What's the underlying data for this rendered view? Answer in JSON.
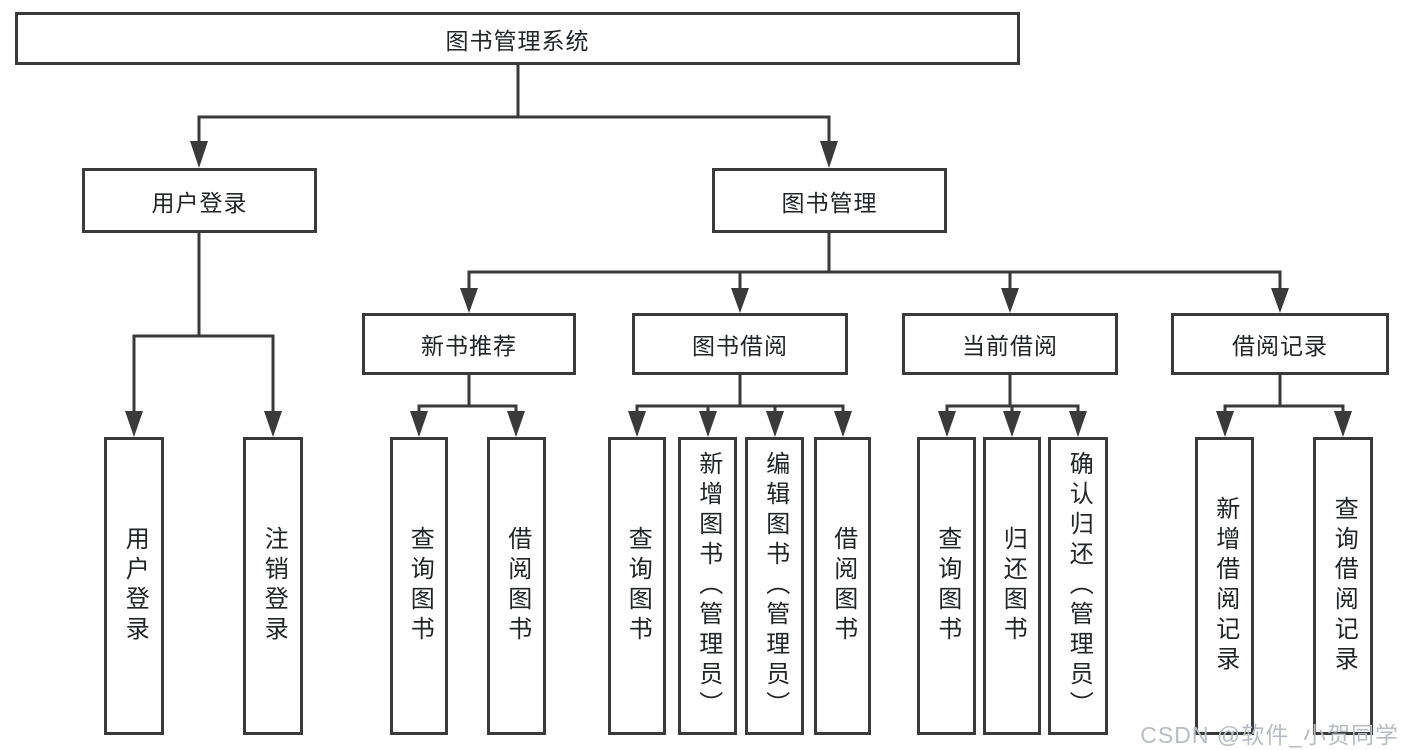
{
  "diagram": {
    "root": {
      "label": "图书管理系统"
    },
    "branches": [
      {
        "label": "用户登录",
        "children": [
          {
            "label": "用户登录"
          },
          {
            "label": "注销登录"
          }
        ]
      },
      {
        "label": "图书管理",
        "sections": [
          {
            "label": "新书推荐",
            "children": [
              {
                "label": "查询图书"
              },
              {
                "label": "借阅图书"
              }
            ]
          },
          {
            "label": "图书借阅",
            "children": [
              {
                "label": "查询图书"
              },
              {
                "label": "新增图书（管理员）"
              },
              {
                "label": "编辑图书（管理员）"
              },
              {
                "label": "借阅图书"
              }
            ]
          },
          {
            "label": "当前借阅",
            "children": [
              {
                "label": "查询图书"
              },
              {
                "label": "归还图书"
              },
              {
                "label": "确认归还（管理员）"
              }
            ]
          },
          {
            "label": "借阅记录",
            "children": [
              {
                "label": "新增借阅记录"
              },
              {
                "label": "查询借阅记录"
              }
            ]
          }
        ]
      }
    ]
  },
  "watermark": "CSDN @软件_小贺同学",
  "colors": {
    "line": "#3a3a3a",
    "text": "#222426",
    "background": "#ffffff",
    "watermark": "#b9bcc2"
  }
}
